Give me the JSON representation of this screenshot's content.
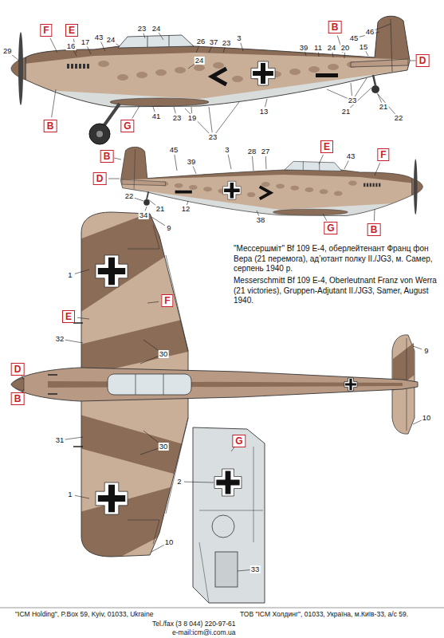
{
  "diagram": {
    "nodes": [
      {
        "text": [
          "F"
        ]
      },
      {
        "text": [
          "E"
        ]
      },
      {
        "text": [
          "B"
        ]
      },
      {
        "text": [
          "D"
        ]
      },
      {
        "text": [
          "G"
        ]
      },
      {
        "text": [
          "B"
        ]
      },
      {
        "text": [
          "E"
        ]
      },
      {
        "text": [
          "F"
        ]
      },
      {
        "text": [
          "B"
        ]
      },
      {
        "text": [
          "D"
        ]
      },
      {
        "text": [
          "G"
        ]
      },
      {
        "text": [
          "B"
        ]
      },
      {
        "text": [
          "F"
        ]
      },
      {
        "text": [
          "E"
        ]
      },
      {
        "text": [
          "D"
        ]
      },
      {
        "text": [
          "B"
        ]
      },
      {
        "text": [
          "G"
        ]
      }
    ],
    "labels": [
      "29",
      "16",
      "17",
      "43",
      "24",
      "23",
      "24",
      "26",
      "37",
      "23",
      "3",
      "24",
      "39",
      "11",
      "24",
      "20",
      "45",
      "46",
      "15",
      "41",
      "23",
      "19",
      "23",
      "13",
      "23",
      "21",
      "21",
      "22",
      "45",
      "3",
      "28",
      "27",
      "43",
      "39",
      "22",
      "21",
      "34",
      "12",
      "38",
      "\"Мессершміт\" Bf 109 E-4, оберлейтенант Франц фон Вера (21 перемога), ад’ютант полку II./JG3, м. Самер, серпень 1940 р.",
      "Messerschmitt Bf 109 E-4, Oberleutnant Franz von Werra (21 victories), Gruppen-Adjutant II./JG3, Samer, August 1940.",
      "9",
      "1",
      "32",
      "30",
      "31",
      "30",
      "1",
      "10",
      "9",
      "10",
      "2",
      "33",
      "\"ICM Holding\", P.Box 59, Kyiv, 01033, Ukraine",
      "ТОВ \"ICM Холдинг\", 01033, Україна, м.Київ-33, а/с 59.",
      "Tel./fax (3 8 044) 220-97-61",
      "e-mail:icm@i.com.ua"
    ]
  }
}
